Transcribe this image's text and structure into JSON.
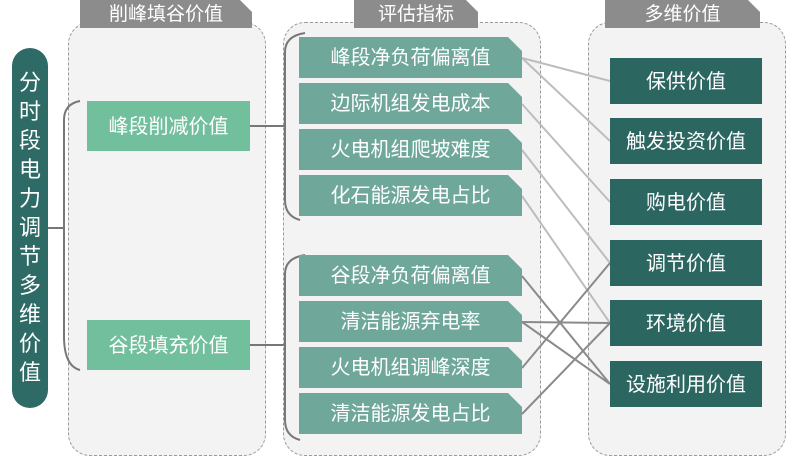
{
  "root": {
    "label": "分时段电力调节多维价值"
  },
  "columns": {
    "left_title": "削峰填谷价值",
    "middle_title": "评估指标",
    "right_title": "多维价值"
  },
  "categories": [
    "峰段削减价值",
    "谷段填充价值"
  ],
  "metrics": [
    "峰段净负荷偏离值",
    "边际机组发电成本",
    "火电机组爬坡难度",
    "化石能源发电占比",
    "谷段净负荷偏离值",
    "清洁能源弃电率",
    "火电机组调峰深度",
    "清洁能源发电占比"
  ],
  "values": [
    "保供价值",
    "触发投资价值",
    "购电价值",
    "调节价值",
    "环境价值",
    "设施利用价值"
  ],
  "links": [
    [
      0,
      0
    ],
    [
      0,
      1
    ],
    [
      1,
      2
    ],
    [
      2,
      3
    ],
    [
      3,
      4
    ],
    [
      4,
      5
    ],
    [
      5,
      4
    ],
    [
      5,
      5
    ],
    [
      6,
      3
    ],
    [
      7,
      4
    ]
  ],
  "colors": {
    "root": "#2e6b66",
    "category": "#72bf9d",
    "metric": "#6fa89b",
    "value": "#2c6661",
    "tab": "#8c8c8c"
  }
}
